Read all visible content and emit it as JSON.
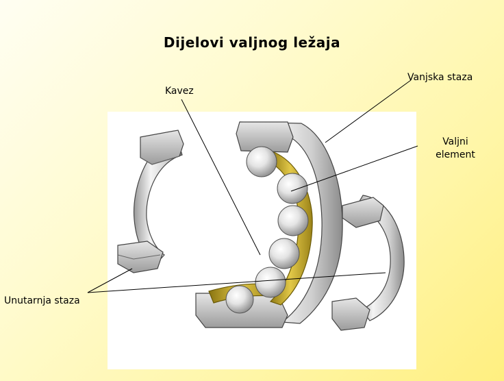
{
  "title": "Dijelovi valjnog ležaja",
  "labels": {
    "outer_race": "Vanjska staza",
    "cage": "Kavez",
    "rolling_element_line1": "Valjni",
    "rolling_element_line2": "element",
    "inner_race": "Unutarnja staza"
  },
  "colors": {
    "background_light": "#fffef2",
    "background_yellow": "#ffef80",
    "steel_light": "#f2f2f2",
    "steel_mid": "#b8b8b8",
    "steel_dark": "#6e6e6e",
    "cage_gold": "#c8aa28",
    "cage_dark": "#8a7410"
  }
}
